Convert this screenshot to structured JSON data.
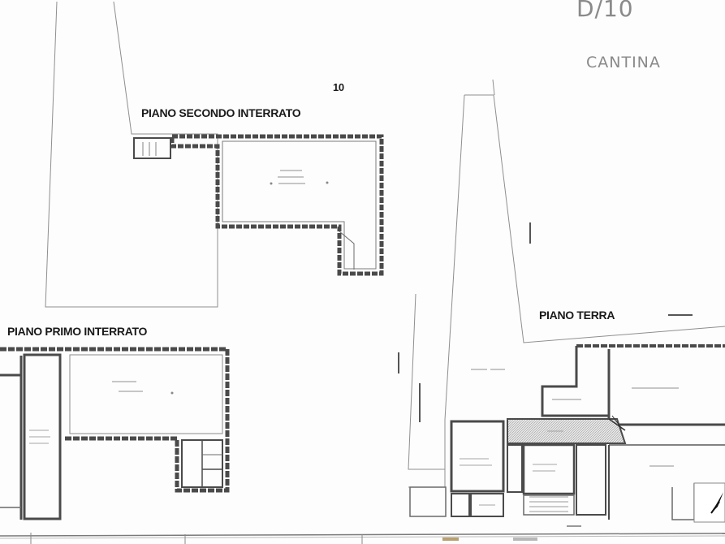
{
  "sheet": {
    "handwritten_code": "D/10",
    "handwritten_note": "CANTINA",
    "unit_label": "10"
  },
  "floors": {
    "second_basement": "PIANO SECONDO INTERRATO",
    "first_basement": "PIANO PRIMO INTERRATO",
    "ground": "PIANO TERRA"
  },
  "colors": {
    "wall": "#4a4a4a",
    "outline": "#9a9a9a",
    "hatch": "#b8b8b8",
    "title": "#1a1a1a",
    "handwriting": "#8a8a8a"
  },
  "icons": {
    "north_arrow": "north-arrow-icon"
  }
}
